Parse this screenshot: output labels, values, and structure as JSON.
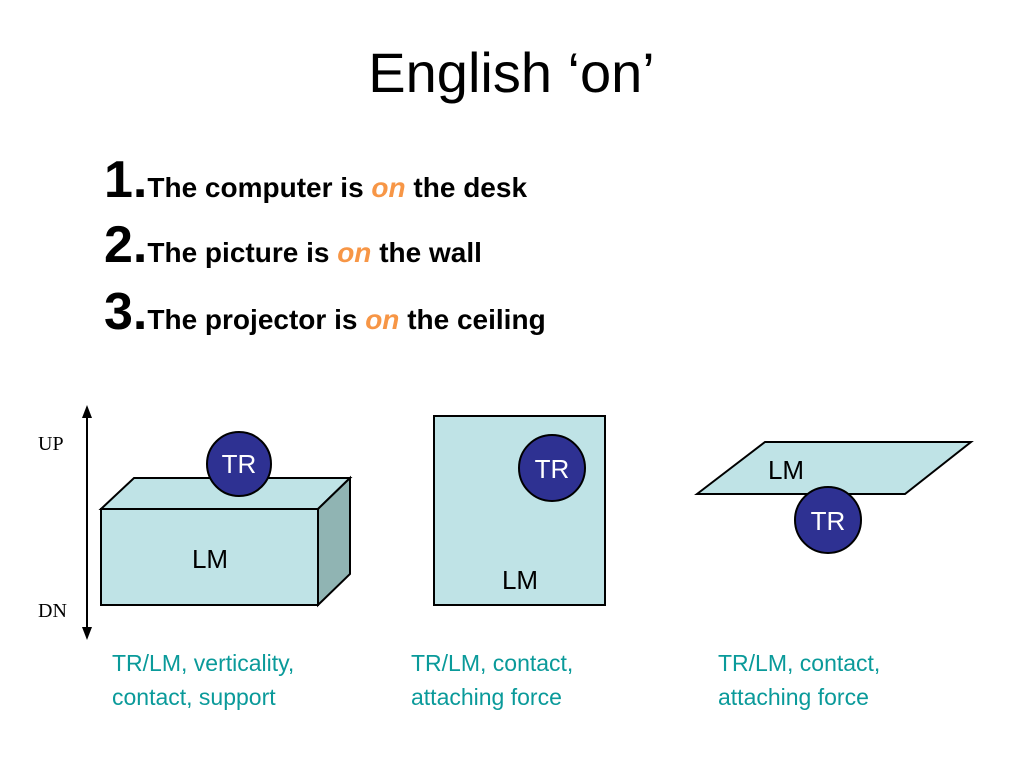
{
  "title": "English ‘on’",
  "items": [
    {
      "num": "1.",
      "before": "The computer is ",
      "on": "on",
      "after": " the desk"
    },
    {
      "num": "2.",
      "before": "The picture is ",
      "on": "on",
      "after": " the wall"
    },
    {
      "num": "3.",
      "before": "The projector is ",
      "on": "on",
      "after": " the ceiling"
    }
  ],
  "axis": {
    "up": "UP",
    "down": "DN"
  },
  "labels": {
    "tr": "TR",
    "lm": "LM"
  },
  "captions": [
    {
      "line1": "TR/LM, verticality,",
      "line2": "contact, support"
    },
    {
      "line1": "TR/LM, contact,",
      "line2": "attaching force"
    },
    {
      "line1": "TR/LM, contact,",
      "line2": "attaching force"
    }
  ],
  "colors": {
    "landmark_fill": "#bfe3e6",
    "landmark_side": "#90b4b3",
    "trajector_fill": "#2e3192",
    "emphasis": "#f79646",
    "caption": "#0a9a9a"
  }
}
